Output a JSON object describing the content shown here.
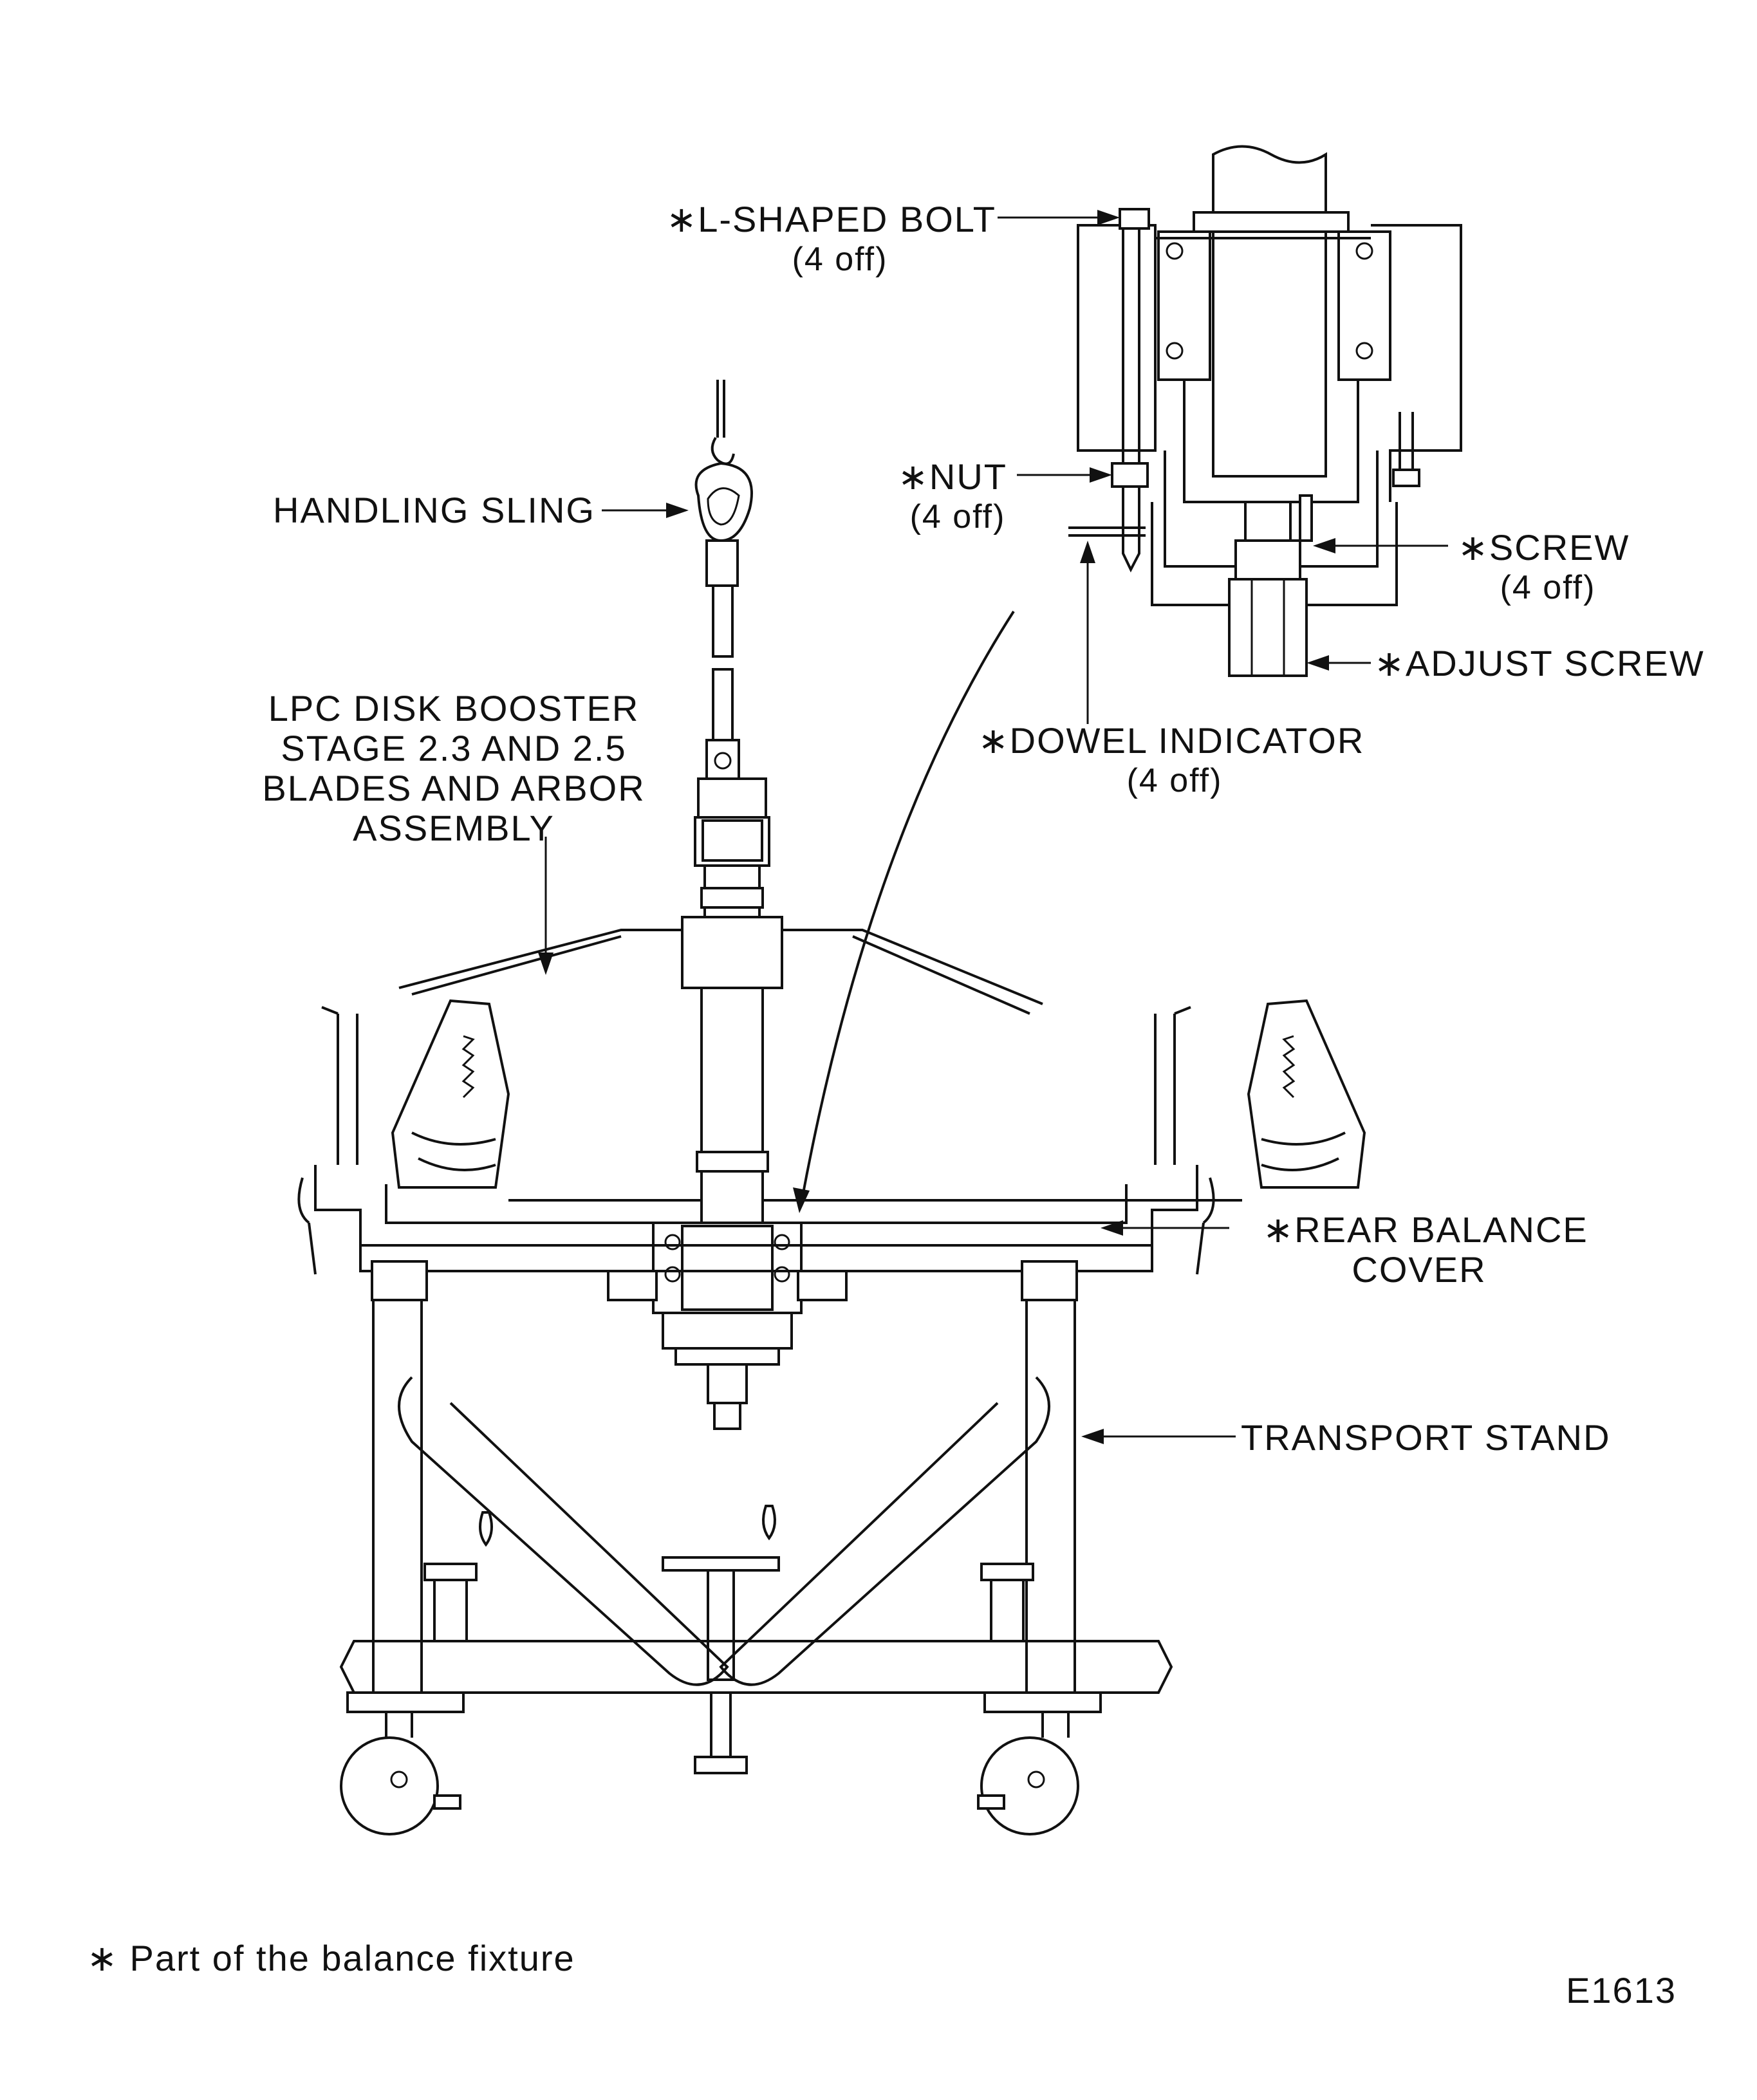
{
  "labels": {
    "l_shaped_bolt": "∗L-SHAPED BOLT",
    "l_shaped_bolt_qty": "(4 off)",
    "nut": "∗NUT",
    "nut_qty": "(4 off)",
    "screw": "∗SCREW",
    "screw_qty": "(4 off)",
    "adjust_screw": "∗ADJUST SCREW",
    "dowel_indicator": "∗DOWEL INDICATOR",
    "dowel_indicator_qty": "(4 off)",
    "handling_sling": "HANDLING SLING",
    "lpc_line1": "LPC DISK BOOSTER",
    "lpc_line2": "STAGE 2.3 AND 2.5",
    "lpc_line3": "BLADES AND ARBOR",
    "lpc_line4": "ASSEMBLY",
    "rear_balance_line1": "∗REAR BALANCE",
    "rear_balance_line2": "COVER",
    "transport_stand": "TRANSPORT STAND"
  },
  "footnote": "∗ Part of the balance fixture",
  "figure_id": "E1613"
}
